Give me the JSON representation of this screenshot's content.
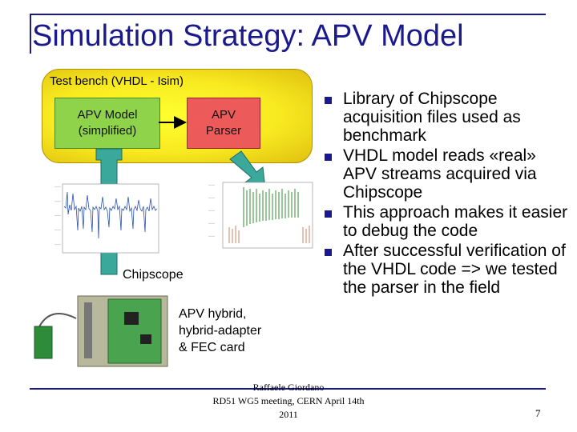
{
  "title": "Simulation Strategy: APV Model",
  "diagram": {
    "testbench_label": "Test bench (VHDL - Isim)",
    "model_line1": "APV Model",
    "model_line2": "(simplified)",
    "parser_line1": "APV",
    "parser_line2": "Parser",
    "chipscope_label": "Chipscope",
    "hardware_line1": "APV hybrid,",
    "hardware_line2": "hybrid-adapter",
    "hardware_line3": "& FEC card"
  },
  "bullets": [
    "Library of Chipscope acquisition files used as benchmark",
    "VHDL model reads «real» APV streams acquired via Chipscope",
    "This approach makes it easier to debug the code",
    "After successful verification of the VHDL code => we tested the parser in the field"
  ],
  "footer": {
    "author": "Raffaele Giordano",
    "event": "RD51 WG5 meeting, CERN April 14th",
    "year": "2011",
    "page_number": "7"
  },
  "colors": {
    "accent": "#1a1a8c",
    "model_box": "#8fd34a",
    "parser_box": "#ec5a5a",
    "testbench": "#f8ea20",
    "arrow_teal": "#3aa89a",
    "trace_blue": "#2a4fb0",
    "trace_green": "#2f8f2f",
    "trace_red": "#c06040"
  }
}
